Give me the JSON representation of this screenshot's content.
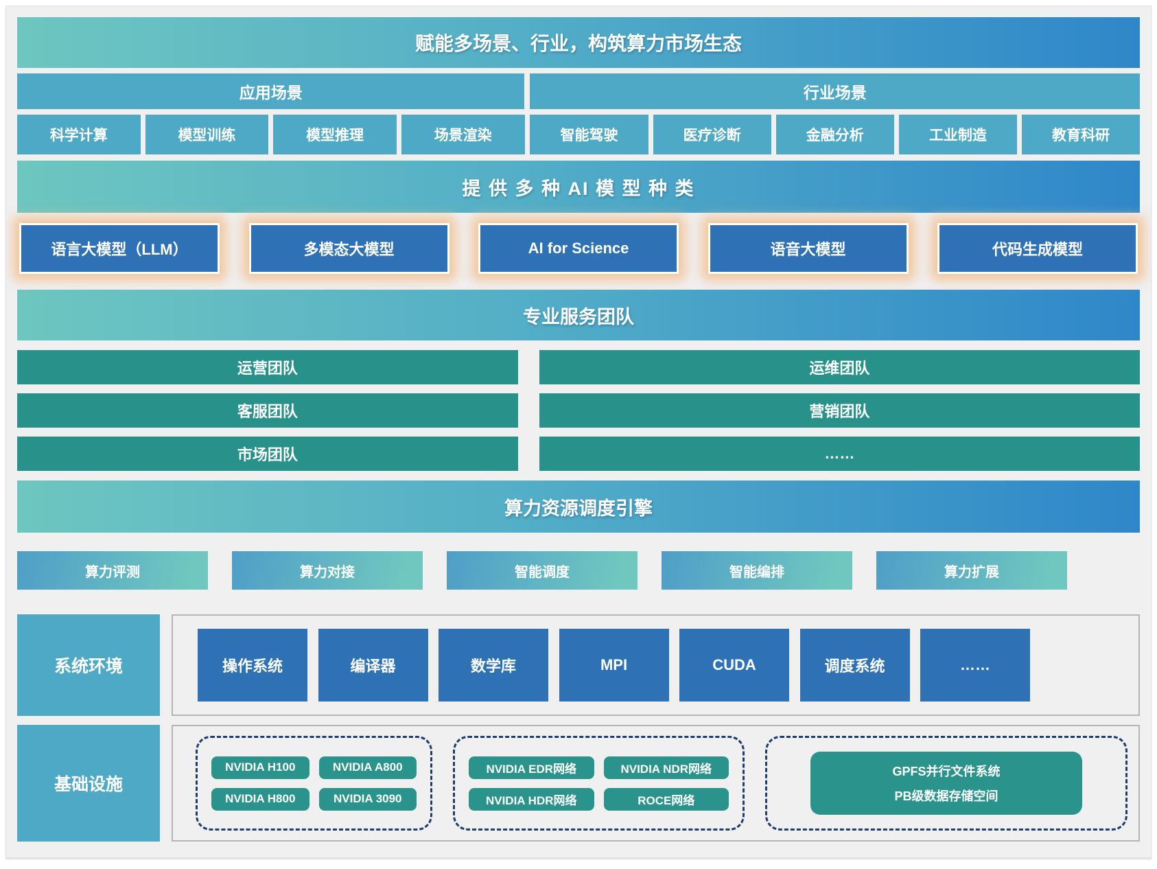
{
  "title_banner": "赋能多场景、行业，构筑算力市场生态",
  "scenario": {
    "app": {
      "header": "应用场景",
      "items": [
        "科学计算",
        "模型训练",
        "模型推理",
        "场景渲染"
      ]
    },
    "industry": {
      "header": "行业场景",
      "items": [
        "智能驾驶",
        "医疗诊断",
        "金融分析",
        "工业制造",
        "教育科研"
      ]
    }
  },
  "ai_models": {
    "banner": "提 供 多 种 AI 模 型 种 类",
    "items": [
      "语言大模型（LLM）",
      "多模态大模型",
      "AI for Science",
      "语音大模型",
      "代码生成模型"
    ]
  },
  "service_team": {
    "banner": "专业服务团队",
    "left": [
      "运营团队",
      "客服团队",
      "市场团队"
    ],
    "right": [
      "运维团队",
      "营销团队",
      "……"
    ]
  },
  "engine": {
    "banner": "算力资源调度引擎",
    "capabilities": [
      "算力评测",
      "算力对接",
      "智能调度",
      "智能编排",
      "算力扩展"
    ]
  },
  "system_env": {
    "label": "系统环境",
    "items": [
      "操作系统",
      "编译器",
      "数学库",
      "MPI",
      "CUDA",
      "调度系统",
      "……"
    ]
  },
  "infrastructure": {
    "label": "基础设施",
    "gpu_group": [
      "NVIDIA H100",
      "NVIDIA A800",
      "NVIDIA H800",
      "NVIDIA 3090"
    ],
    "network_group": [
      "NVIDIA EDR网络",
      "NVIDIA NDR网络",
      "NVIDIA HDR网络",
      "ROCE网络"
    ],
    "storage_group": [
      "GPFS并行文件系统",
      "PB级数据存储空间"
    ]
  },
  "colors": {
    "banner_gradient_start": "#6EC6C0",
    "banner_gradient_end": "#2F87C9",
    "scenario_teal": "#4EA9C6",
    "model_blue": "#2E72B5",
    "model_glow": "#F3BD8A",
    "team_green": "#28928A",
    "capability_gradient_start": "#4F9EC8",
    "capability_gradient_end": "#70C7BF",
    "pill_green": "#2A948C",
    "dashed_border_navy": "#1E3C6E",
    "container_border_gray": "#B5B5B7",
    "page_background": "#F0F0F1"
  }
}
